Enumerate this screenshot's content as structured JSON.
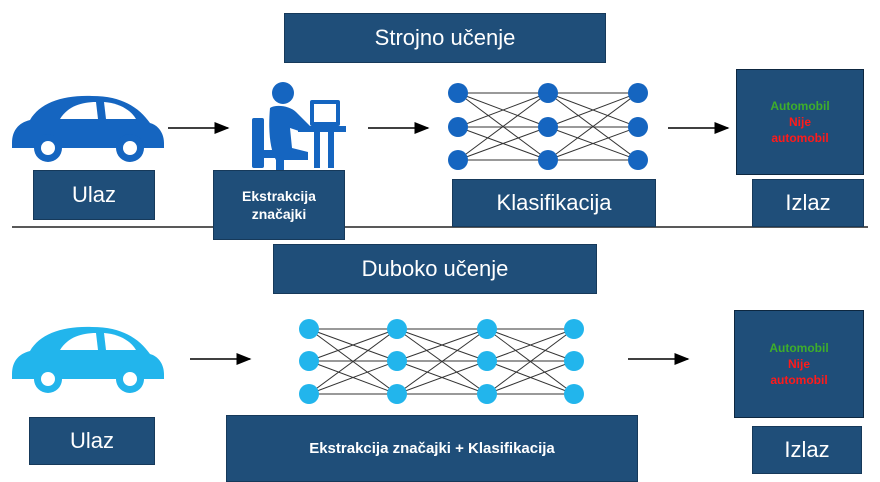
{
  "colors": {
    "box_fill": "#1f4e79",
    "box_text": "#ffffff",
    "car_top": "#1565c0",
    "car_bottom": "#22b5ec",
    "node_top": "#1565c0",
    "node_bottom": "#22b5ec",
    "positive": "#3fae2a",
    "negative": "#ff1a1a",
    "arrow": "#000000"
  },
  "machine_learning": {
    "title": "Strojno učenje",
    "input_label": "Ulaz",
    "feature_extraction_label": "Ekstrakcija značajki",
    "classification_label": "Klasifikacija",
    "output_label": "Izlaz",
    "output_positive": "Automobil",
    "output_negative": "Nije automobil"
  },
  "deep_learning": {
    "title": "Duboko učenje",
    "input_label": "Ulaz",
    "combined_label": "Ekstrakcija značajki + Klasifikacija",
    "output_label": "Izlaz",
    "output_positive": "Automobil",
    "output_negative": "Nije automobil"
  },
  "icons": {
    "car": "car-icon",
    "person_at_computer": "person-at-computer-icon",
    "neural_network": "neural-network-icon",
    "arrow": "arrow-right-icon"
  }
}
